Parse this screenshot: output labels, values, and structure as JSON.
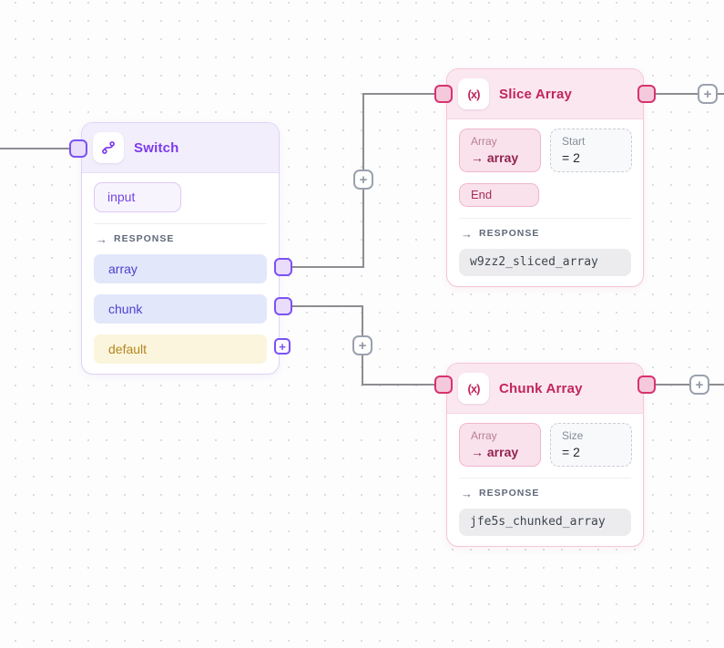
{
  "colors": {
    "purple_accent": "#7c3aed",
    "pink_accent": "#c2255c",
    "indigo_row_bg": "#e3e7fa",
    "indigo_row_text": "#4a42ce",
    "yellow_row_bg": "#faf5dc",
    "yellow_row_text": "#b4861e",
    "edge_gray": "#8d8d92",
    "purple_handle_border": "#7a52f4",
    "pink_handle_border": "#d6336c"
  },
  "icons": {
    "arrow": "→",
    "plus": "+",
    "function_glyph": "(x)"
  },
  "switch_node": {
    "title": "Switch",
    "icon": "branch-icon",
    "input_label": "input",
    "response_label": "RESPONSE",
    "outputs": [
      {
        "label": "array"
      },
      {
        "label": "chunk"
      },
      {
        "label": "default"
      }
    ]
  },
  "slice_node": {
    "title": "Slice Array",
    "icon": "function-icon",
    "params": [
      {
        "label": "Array",
        "value": "→ array"
      },
      {
        "label": "Start",
        "value": "= 2"
      },
      {
        "label": "End",
        "value": ""
      }
    ],
    "response_label": "RESPONSE",
    "response_value": "w9zz2_sliced_array"
  },
  "chunk_node": {
    "title": "Chunk Array",
    "icon": "function-icon",
    "params": [
      {
        "label": "Array",
        "value": "→ array"
      },
      {
        "label": "Size",
        "value": "= 2"
      }
    ],
    "response_label": "RESPONSE",
    "response_value": "jfe5s_chunked_array"
  }
}
